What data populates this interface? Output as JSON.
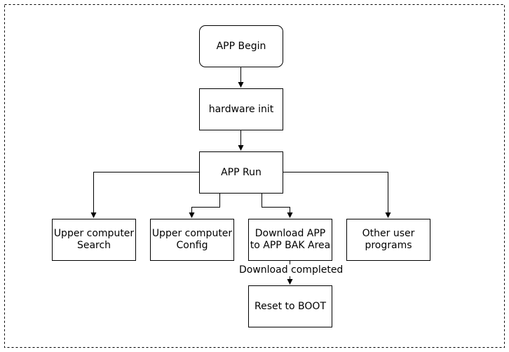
{
  "nodes": {
    "app_begin": "APP Begin",
    "hardware_init": "hardware init",
    "app_run": "APP Run",
    "upper_search": "Upper computer\nSearch",
    "upper_config": "Upper computer\nConfig",
    "download_app": "Download APP\nto APP BAK Area",
    "other_programs": "Other user\nprograms",
    "reset_boot": "Reset to BOOT"
  },
  "edge_labels": {
    "download_completed": "Download completed"
  }
}
